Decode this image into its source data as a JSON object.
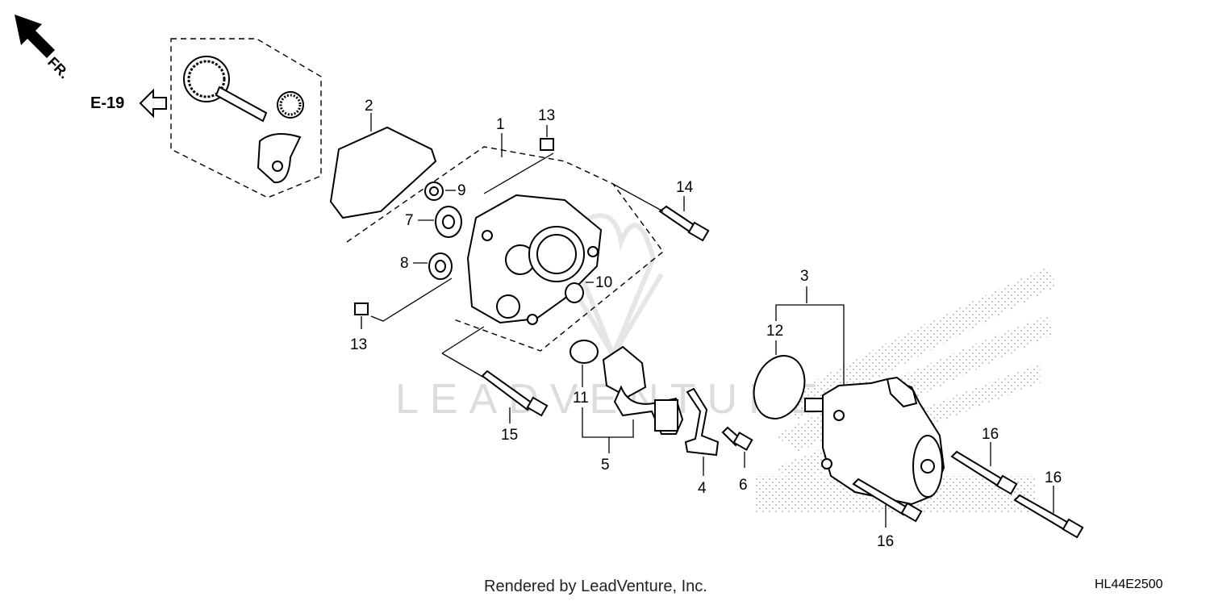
{
  "labels": {
    "p1": "1",
    "p2": "2",
    "p3": "3",
    "p4": "4",
    "p5": "5",
    "p6": "6",
    "p7": "7",
    "p8": "8",
    "p9": "9",
    "p10": "10",
    "p11": "11",
    "p12": "12",
    "p13a": "13",
    "p13b": "13",
    "p14": "14",
    "p15": "15",
    "p16a": "16",
    "p16b": "16",
    "p16c": "16"
  },
  "reference": "E-19",
  "front_marker": "FR.",
  "watermark": "LEADVENTURE",
  "footer": {
    "credit": "Rendered by LeadVenture, Inc.",
    "code": "HL44E2500"
  },
  "colors": {
    "line": "#000000",
    "watermark": "#dcdcdc",
    "dots": "#bbbbbb"
  }
}
